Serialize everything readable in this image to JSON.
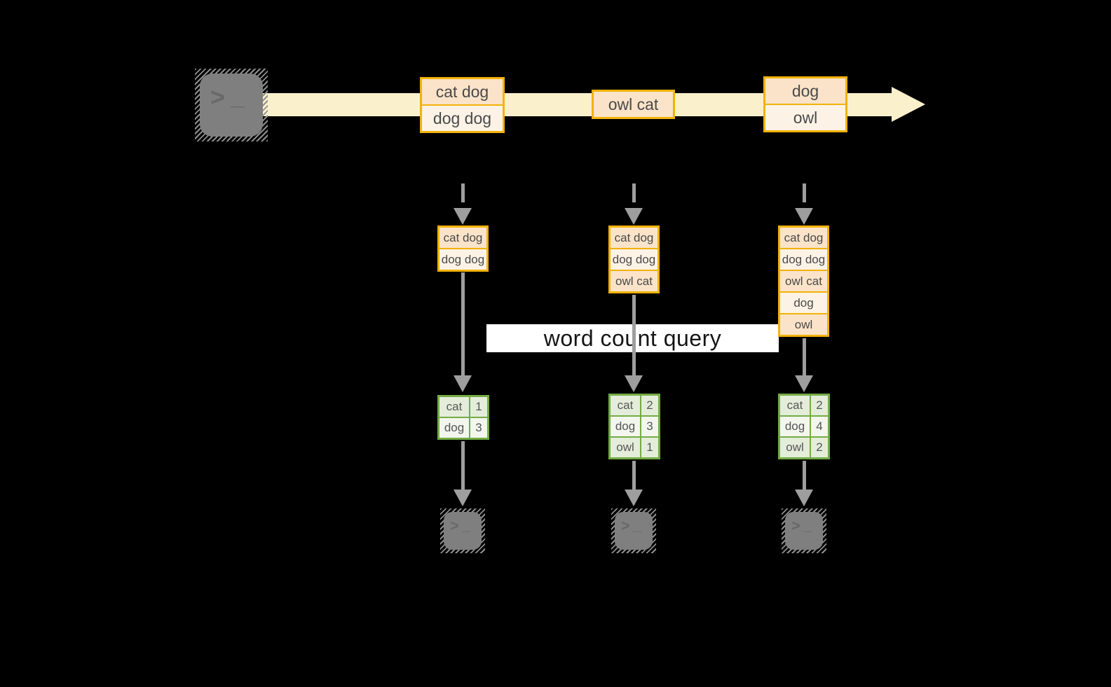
{
  "query_label": "word count query",
  "terminal": {
    "prompt": ">",
    "cursor": "_"
  },
  "palette": {
    "background": "#000000",
    "stream_fill": "#FAF0CC",
    "record_border": "#F2B20A",
    "record_fill_dark": "#FAE3C8",
    "record_fill_light": "#FCF3E6",
    "table_border": "#74AC44",
    "table_fill_dark": "#E4EDDA",
    "table_fill_light": "#F2F6ED",
    "arrow_gray": "#9E9E9E",
    "terminal_gray": "#7F7F7F",
    "banner_bg": "#FFFFFF"
  },
  "stream": {
    "batches": [
      {
        "lines": [
          "cat dog",
          "dog dog"
        ]
      },
      {
        "lines": [
          "owl cat"
        ]
      },
      {
        "lines": [
          "dog",
          "owl"
        ]
      }
    ]
  },
  "columns": [
    {
      "buffer": [
        "cat dog",
        "dog dog"
      ],
      "counts": [
        {
          "word": "cat",
          "count": "1"
        },
        {
          "word": "dog",
          "count": "3"
        }
      ]
    },
    {
      "buffer": [
        "cat dog",
        "dog dog",
        "owl cat"
      ],
      "counts": [
        {
          "word": "cat",
          "count": "2"
        },
        {
          "word": "dog",
          "count": "3"
        },
        {
          "word": "owl",
          "count": "1"
        }
      ]
    },
    {
      "buffer": [
        "cat dog",
        "dog dog",
        "owl cat",
        "dog",
        "owl"
      ],
      "counts": [
        {
          "word": "cat",
          "count": "2"
        },
        {
          "word": "dog",
          "count": "4"
        },
        {
          "word": "owl",
          "count": "2"
        }
      ]
    }
  ]
}
